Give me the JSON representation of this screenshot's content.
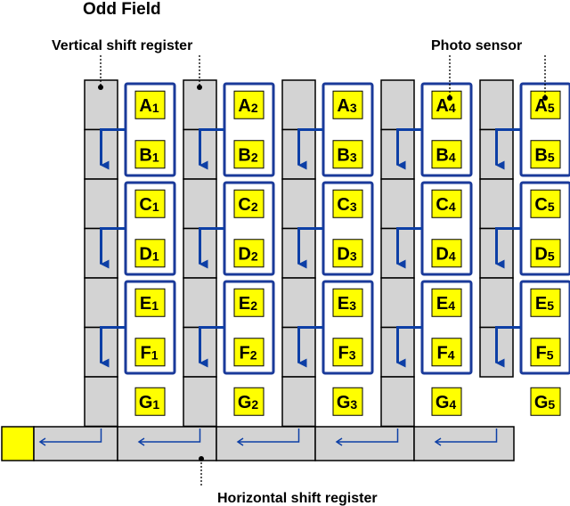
{
  "title": "Odd Field",
  "labels": {
    "vertical_shift_register": "Vertical shift register",
    "photo_sensor": "Photo sensor",
    "horizontal_shift_register": "Horizontal shift register"
  },
  "rows": [
    "A",
    "B",
    "C",
    "D",
    "E",
    "F",
    "G"
  ],
  "columns": [
    "1",
    "2",
    "3",
    "4",
    "5"
  ],
  "colors": {
    "sensor_fill": "#ffff00",
    "register_fill": "#d3d3d3",
    "group_border": "#1a3a9a",
    "arrow": "#0d3fa6",
    "outline": "#000000",
    "output_cell": "#ffff00"
  },
  "icons": {
    "transfer_arrow": "arrow-down-icon",
    "horizontal_arrow": "arrow-left-icon"
  }
}
